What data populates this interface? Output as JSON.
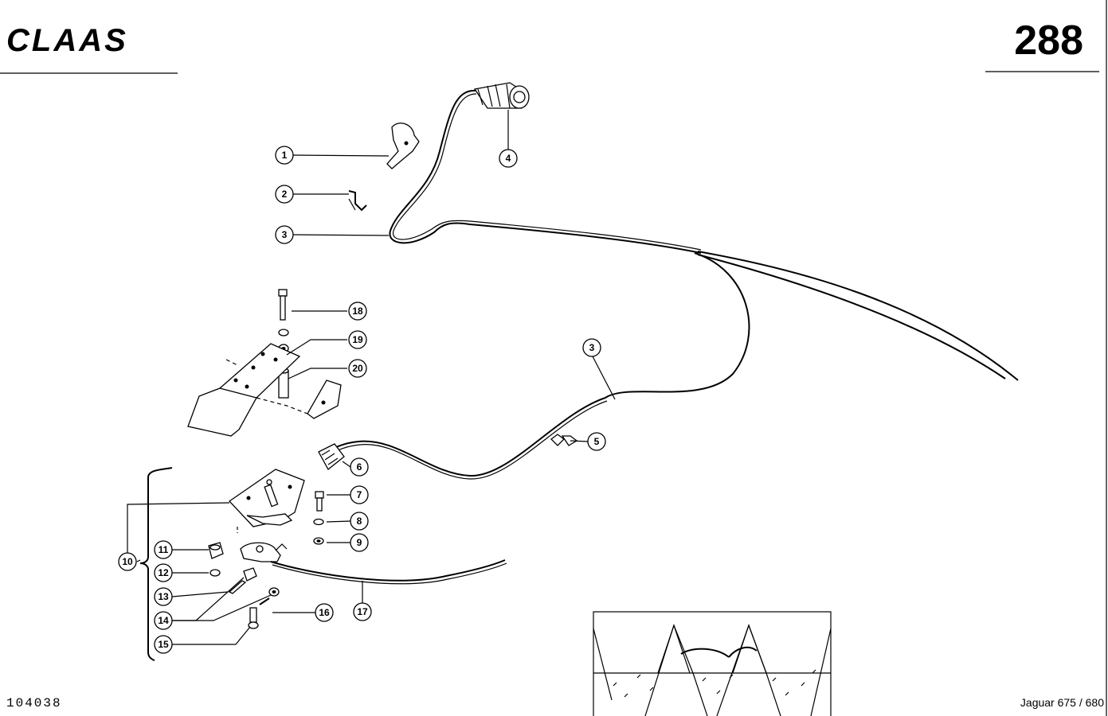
{
  "header": {
    "brand": "CLAAS",
    "page_number": "288"
  },
  "footer": {
    "document_number": "104038",
    "model": "Jaguar 675 / 680"
  },
  "callouts": [
    "1",
    "2",
    "3",
    "4",
    "3",
    "5",
    "6",
    "7",
    "8",
    "9",
    "10",
    "11",
    "12",
    "13",
    "14",
    "15",
    "16",
    "17",
    "18",
    "19",
    "20"
  ]
}
